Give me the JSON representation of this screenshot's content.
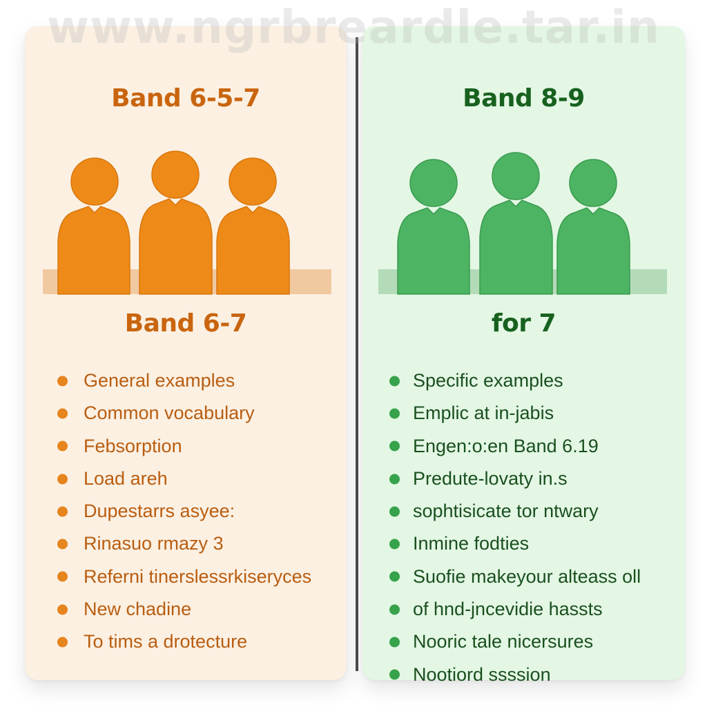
{
  "watermark": "www.ngrbreardle.tar.in",
  "colors": {
    "left_background": "#fbf0e2",
    "left_accent": "#e6841d",
    "left_title": "#c9650f",
    "right_background": "#e3f7e4",
    "right_accent": "#36a24b",
    "right_title": "#17611f",
    "divider": "#4a4a4a"
  },
  "left_panel": {
    "title": "Band 6-5-7",
    "icon": "group-of-three-people-icon",
    "subtitle": "Band 6-7",
    "items": [
      {
        "label": "General examples"
      },
      {
        "label": "Common vocabulary"
      },
      {
        "label": "Febsorption"
      },
      {
        "label": "Load areh"
      },
      {
        "label": "Dupestarrs asyee:"
      },
      {
        "label": "Rinasuo rmazy 3"
      },
      {
        "label": "Referni tinerslessrkiseryces"
      },
      {
        "label": "New chadine"
      },
      {
        "label": "To tims a drotecture"
      }
    ]
  },
  "right_panel": {
    "title": "Band 8-9",
    "icon": "group-of-three-people-icon",
    "subtitle": "for 7",
    "items": [
      {
        "label": "Specific examples"
      },
      {
        "label": "Emplic at in-jabis"
      },
      {
        "label": "Engen:o:en Band 6.19"
      },
      {
        "label": "Predute-lovaty in.s"
      },
      {
        "label": "sophtisicate tor ntwary"
      },
      {
        "label": "Inmine fodties"
      },
      {
        "label": "Suofie makeyour alteass oll"
      },
      {
        "label": "of hnd-jncevidie hassts"
      },
      {
        "label": "Nooric tale nicersures"
      },
      {
        "label": "Nootiord ssssion"
      }
    ]
  }
}
